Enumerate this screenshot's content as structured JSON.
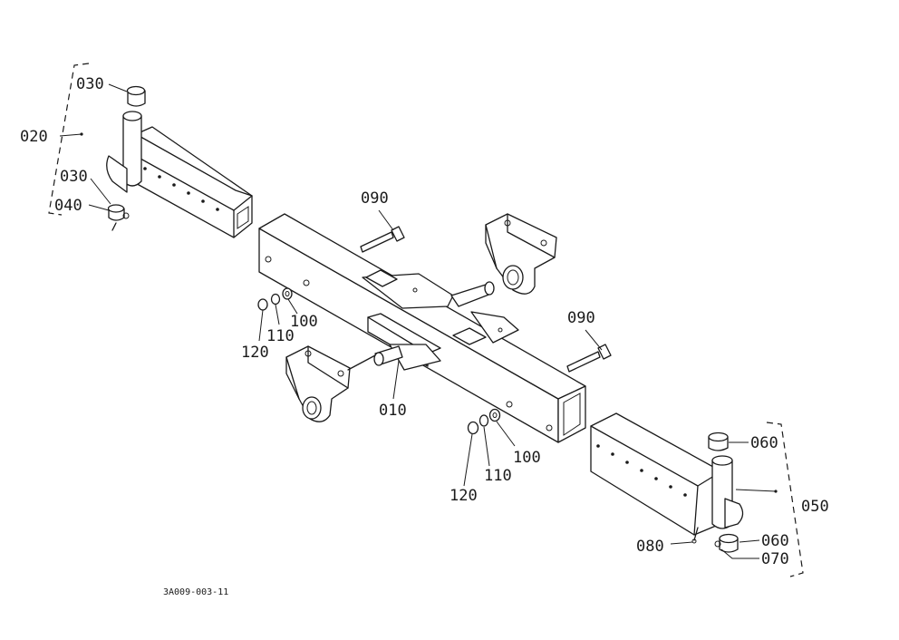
{
  "labels": {
    "p010": "010",
    "p020": "020",
    "p030a": "030",
    "p030b": "030",
    "p040": "040",
    "p050": "050",
    "p060a": "060",
    "p060b": "060",
    "p070": "070",
    "p080": "080",
    "p090a": "090",
    "p090b": "090",
    "p100a": "100",
    "p100b": "100",
    "p110a": "110",
    "p110b": "110",
    "p120a": "120",
    "p120b": "120"
  },
  "drawing_ref": "3A009-003-11"
}
